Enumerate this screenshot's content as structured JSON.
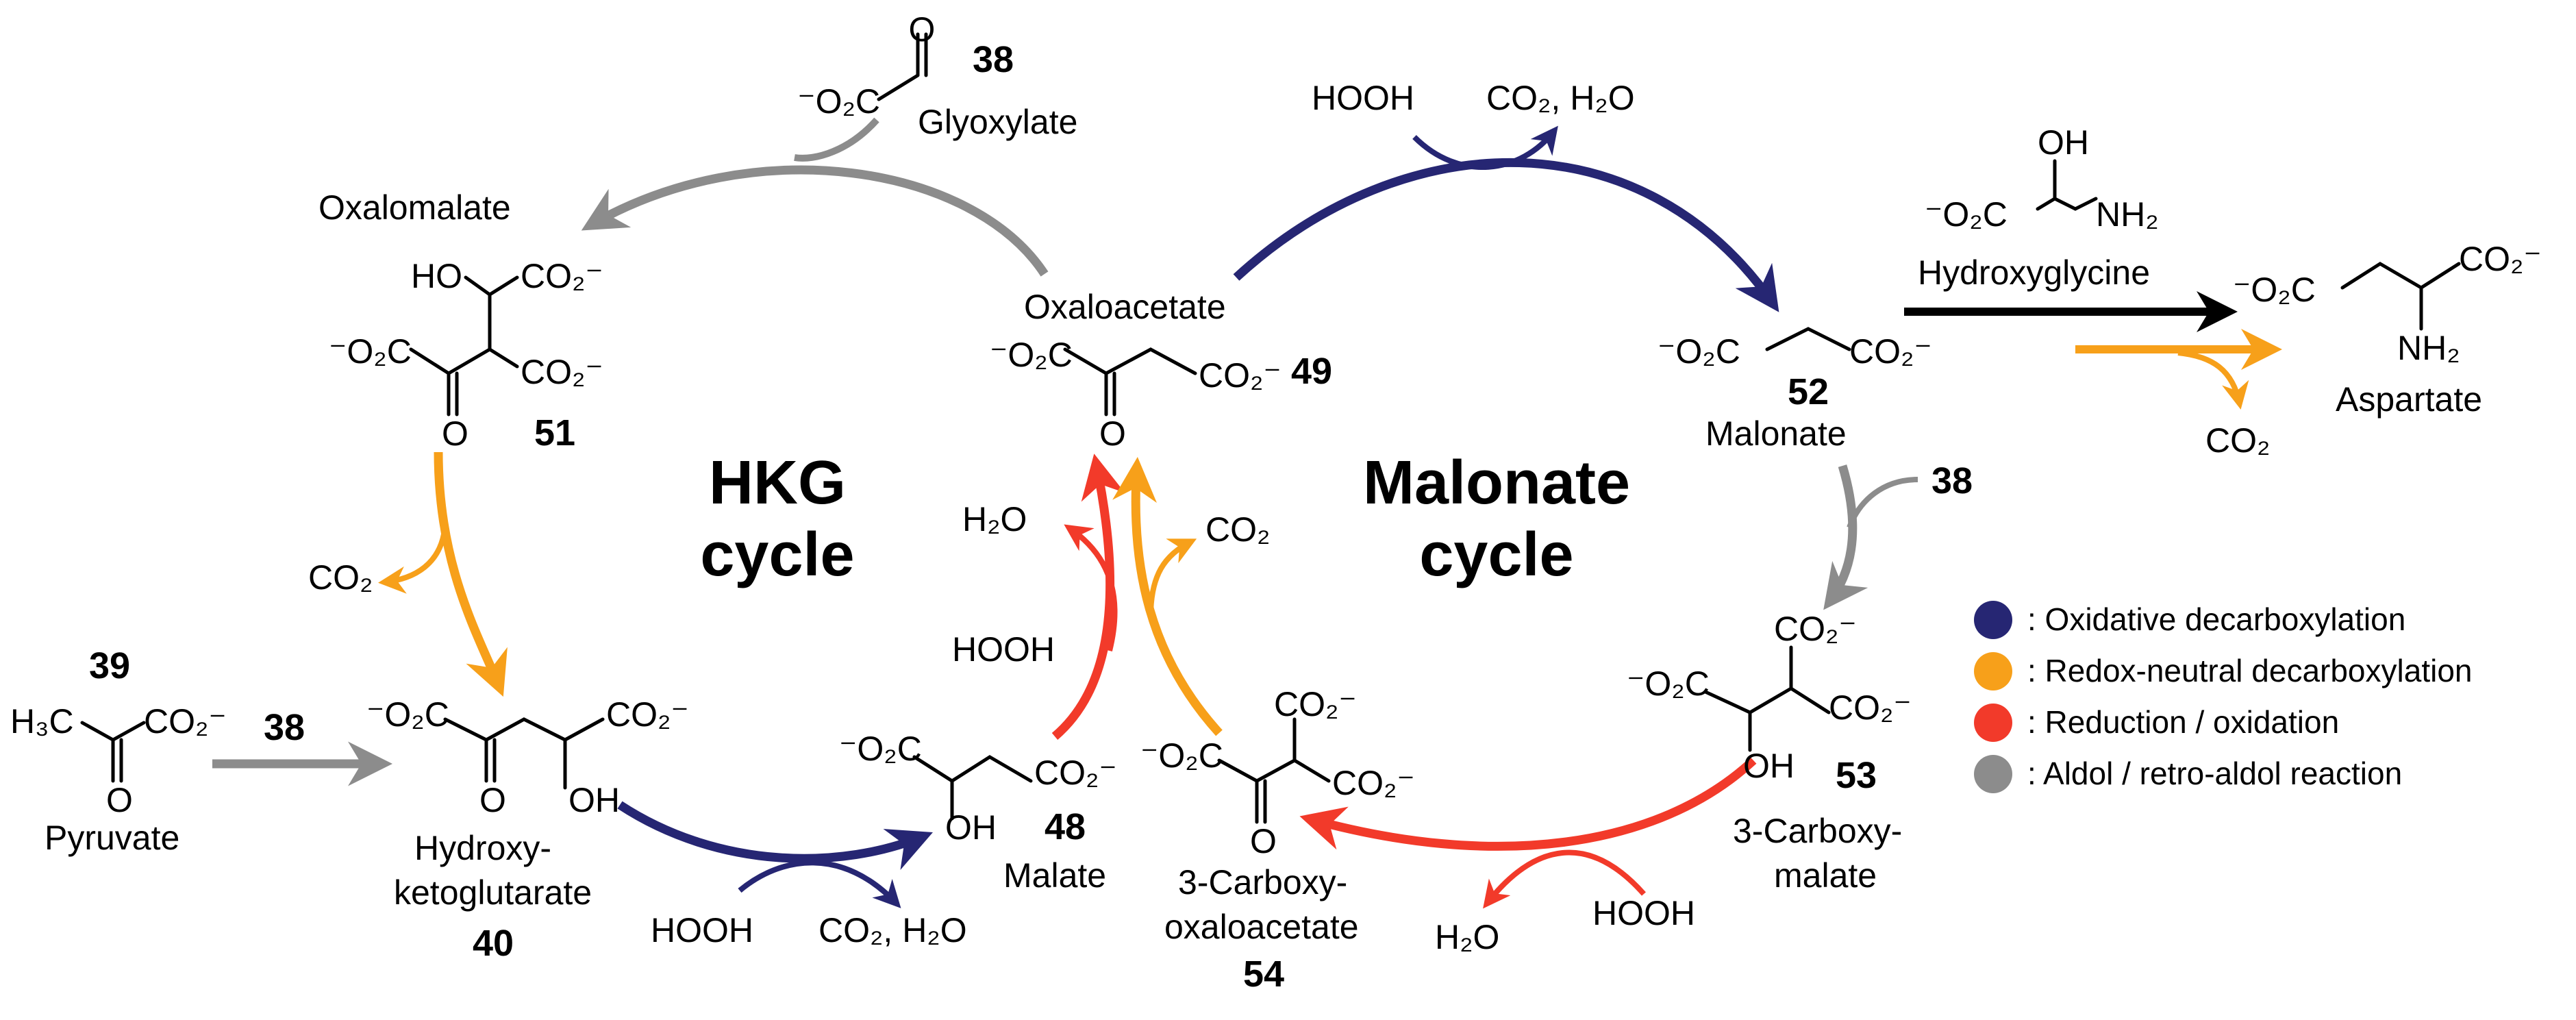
{
  "colors": {
    "oxidative": "#262673",
    "redox_neutral": "#f7a01a",
    "reduction": "#f23a2a",
    "aldol": "#8c8c8c",
    "black": "#000000"
  },
  "cycles": {
    "hkg": [
      "HKG",
      "cycle"
    ],
    "malonate": [
      "Malonate",
      "cycle"
    ]
  },
  "compounds": {
    "glyoxylate": {
      "number": "38",
      "name": "Glyoxylate",
      "formula": "⁻O₂C",
      "oxo": "O"
    },
    "oxalomalate": {
      "name": "Oxalomalate",
      "number": "51",
      "ho": "HO",
      "co2_a": "CO₂⁻",
      "co2_b": "CO₂⁻",
      "o2c": "⁻O₂C",
      "oxo": "O"
    },
    "oxaloacetate": {
      "name": "Oxaloacetate",
      "number": "49",
      "o2c": "⁻O₂C",
      "co2": "CO₂⁻",
      "oxo": "O"
    },
    "malonate": {
      "name": "Malonate",
      "number": "52",
      "o2c": "⁻O₂C",
      "co2": "CO₂⁻"
    },
    "hydroxyglycine": {
      "name": "Hydroxyglycine",
      "oh": "OH",
      "o2c": "⁻O₂C",
      "nh2": "NH₂"
    },
    "aspartate": {
      "name": "Aspartate",
      "o2c": "⁻O₂C",
      "co2": "CO₂⁻",
      "nh2": "NH₂"
    },
    "pyruvate": {
      "name": "Pyruvate",
      "number": "39",
      "h3c": "H₃C",
      "co2": "CO₂⁻",
      "oxo": "O"
    },
    "hydroxyketoglutarate": {
      "name_line1": "Hydroxy-",
      "name_line2": "ketoglutarate",
      "number": "40",
      "o2c": "⁻O₂C",
      "co2": "CO₂⁻",
      "oxo": "O",
      "oh": "OH"
    },
    "malate": {
      "name": "Malate",
      "number": "48",
      "o2c": "⁻O₂C",
      "co2": "CO₂⁻",
      "oh": "OH"
    },
    "carboxyoxaloacetate": {
      "name_line1": "3-Carboxy-",
      "name_line2": "oxaloacetate",
      "number": "54",
      "o2c": "⁻O₂C",
      "co2_a": "CO₂⁻",
      "co2_b": "CO₂⁻",
      "oxo": "O"
    },
    "carboxymalate": {
      "name_line1": "3-Carboxy-",
      "name_line2": "malate",
      "number": "53",
      "o2c": "⁻O₂C",
      "co2_a": "CO₂⁻",
      "co2_b": "CO₂⁻",
      "oh": "OH"
    }
  },
  "reagents": {
    "hooh": "HOOH",
    "co2_h2o": "CO₂, H₂O",
    "co2": "CO₂",
    "h2o": "H₂O",
    "glyoxylate_ref": "38"
  },
  "legend": [
    {
      "color": "#262673",
      "label": ": Oxidative decarboxylation"
    },
    {
      "color": "#f7a01a",
      "label": ": Redox-neutral decarboxylation"
    },
    {
      "color": "#f23a2a",
      "label": ": Reduction / oxidation"
    },
    {
      "color": "#8c8c8c",
      "label": ": Aldol / retro-aldol reaction"
    }
  ]
}
